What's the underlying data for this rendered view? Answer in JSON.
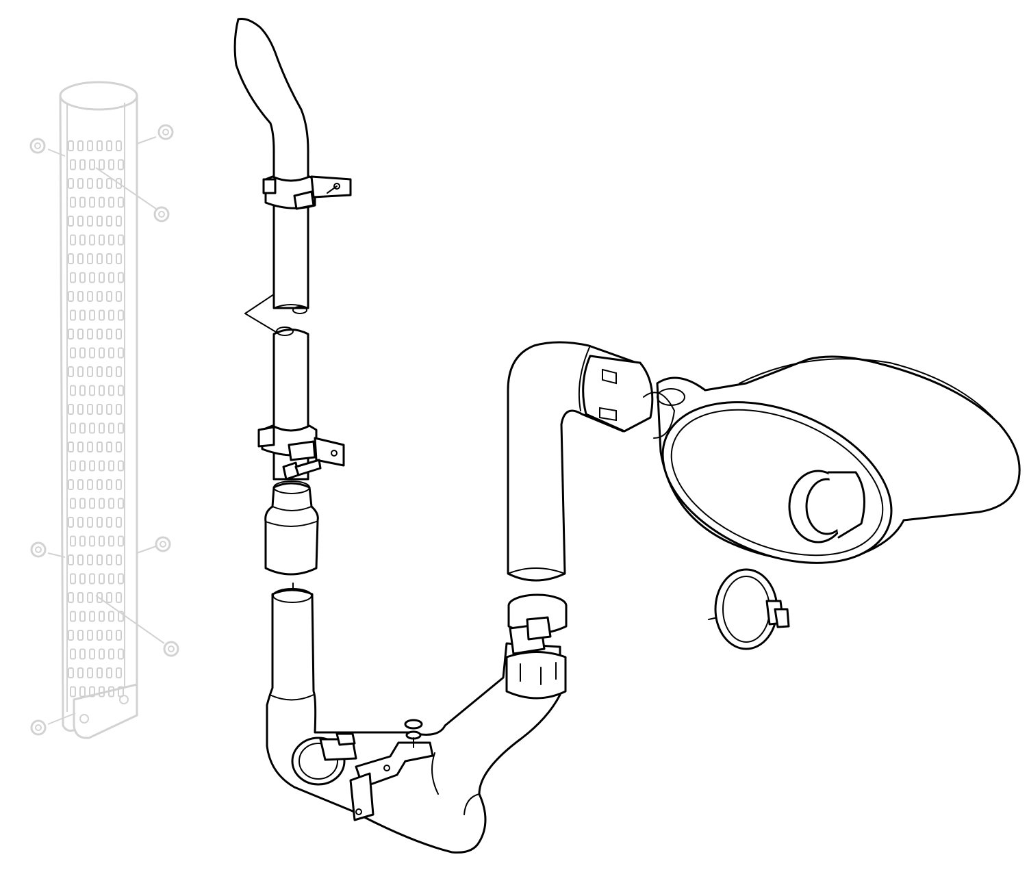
{
  "diagram": {
    "kind": "exploded-parts-illustration",
    "colors": {
      "line": "#000000",
      "background": "#ffffff",
      "ghost_line": "#d2d2d2"
    },
    "parts": [
      {
        "name": "heat-shield",
        "style": "ghosted",
        "fasteners": 7
      },
      {
        "name": "exhaust-stack-curved-tip"
      },
      {
        "name": "stack-clamp-upper"
      },
      {
        "name": "stack-pipe-lower"
      },
      {
        "name": "stack-clamp-lower"
      },
      {
        "name": "reducer-sleeve"
      },
      {
        "name": "lower-exhaust-pipe-j-bend"
      },
      {
        "name": "band-clamp-lower"
      },
      {
        "name": "mounting-bracket"
      },
      {
        "name": "elbow-pipe"
      },
      {
        "name": "flex-connector"
      },
      {
        "name": "band-clamp-elbow"
      },
      {
        "name": "muffler"
      },
      {
        "name": "loose-band-clamp"
      }
    ]
  }
}
